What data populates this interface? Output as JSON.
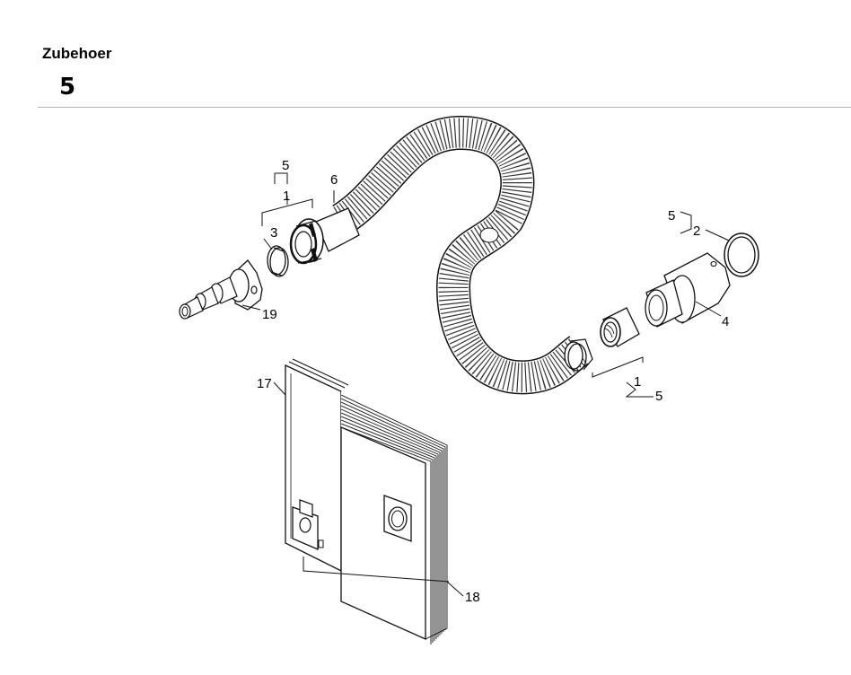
{
  "header": {
    "title": "Zubehoer",
    "number": "5"
  },
  "diagram": {
    "labels": {
      "n5_left": "5",
      "n1_left": "1",
      "n6": "6",
      "n3": "3",
      "n19": "19",
      "n5_right": "5",
      "n2": "2",
      "n4": "4",
      "n1_bottom": "1",
      "n5_bottom": "5",
      "n17": "17",
      "n18": "18"
    }
  }
}
